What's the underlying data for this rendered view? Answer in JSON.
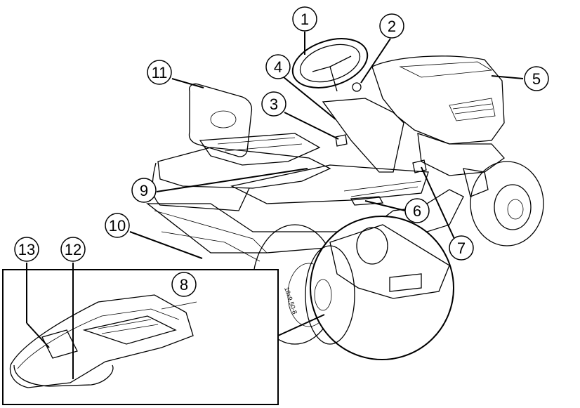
{
  "callouts": [
    "1",
    "2",
    "3",
    "4",
    "5",
    "6",
    "7",
    "8",
    "9",
    "10",
    "11",
    "12",
    "13"
  ],
  "tire_label": "18x9.50-8",
  "colors": {
    "ink": "#000000",
    "paper": "#ffffff"
  }
}
